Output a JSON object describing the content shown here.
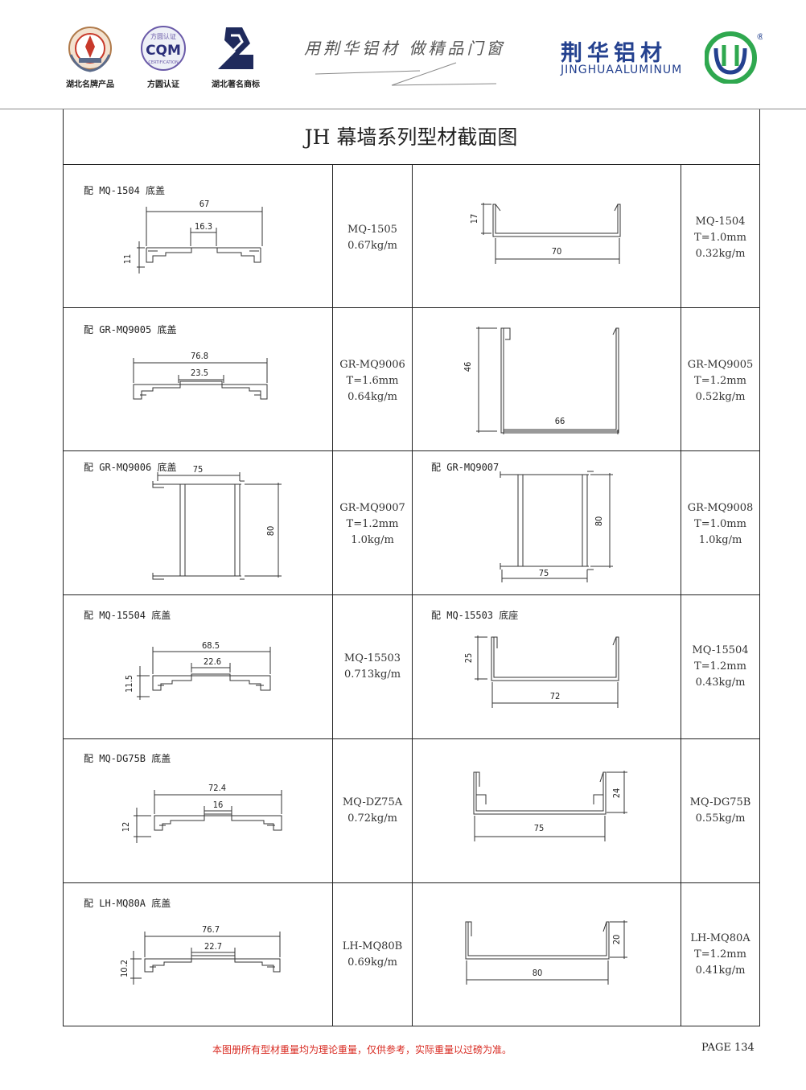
{
  "header": {
    "badges": [
      {
        "caption": "湖北名牌产品"
      },
      {
        "caption": "方圆认证",
        "logo_text": "CQM",
        "logo_sub": "CERTIFICATION",
        "logo_top": "方圆认证"
      },
      {
        "caption": "湖北著名商标"
      }
    ],
    "slogan": "用荆华铝材  做精品门窗",
    "brand_cn": "荆华铝材",
    "brand_en": "JINGHUAALUMINUM",
    "registered_mark": "®",
    "colors": {
      "brand_blue": "#24418f",
      "brand_green": "#2fa84f",
      "footer_red": "#d8281f"
    }
  },
  "title": "JH 幕墙系列型材截面图",
  "rows": [
    {
      "left_label": "配 MQ-1504 底盖",
      "left_dims": {
        "w": "67",
        "inner": "16.3",
        "h": "11"
      },
      "left_spec": [
        "MQ-1505",
        "0.67kg/m"
      ],
      "right_label": "",
      "right_dims": {
        "w": "70",
        "h": "17"
      },
      "right_spec": [
        "MQ-1504",
        "T=1.0mm",
        "0.32kg/m"
      ]
    },
    {
      "left_label": "配 GR-MQ9005 底盖",
      "left_dims": {
        "w": "76.8",
        "inner": "23.5"
      },
      "left_spec": [
        "GR-MQ9006",
        "T=1.6mm",
        "0.64kg/m"
      ],
      "right_label": "",
      "right_dims": {
        "w": "66",
        "h": "46"
      },
      "right_spec": [
        "GR-MQ9005",
        "T=1.2mm",
        "0.52kg/m"
      ]
    },
    {
      "left_label": "配 GR-MQ9006 底盖",
      "left_dims": {
        "w": "75",
        "h": "80"
      },
      "left_spec": [
        "GR-MQ9007",
        "T=1.2mm",
        "1.0kg/m"
      ],
      "right_label": "配 GR-MQ9007",
      "right_dims": {
        "w": "75",
        "h": "80"
      },
      "right_spec": [
        "GR-MQ9008",
        "T=1.0mm",
        "1.0kg/m"
      ]
    },
    {
      "left_label": "配 MQ-15504 底盖",
      "left_dims": {
        "w": "68.5",
        "inner": "22.6",
        "h": "11.5"
      },
      "left_spec": [
        "MQ-15503",
        "0.713kg/m"
      ],
      "right_label": "配 MQ-15503 底座",
      "right_dims": {
        "w": "72",
        "h": "25"
      },
      "right_spec": [
        "MQ-15504",
        "T=1.2mm",
        "0.43kg/m"
      ]
    },
    {
      "left_label": "配 MQ-DG75B 底盖",
      "left_dims": {
        "w": "72.4",
        "inner": "16",
        "h": "12"
      },
      "left_spec": [
        "MQ-DZ75A",
        "0.72kg/m"
      ],
      "right_label": "",
      "right_dims": {
        "w": "75",
        "h": "24"
      },
      "right_spec": [
        "MQ-DG75B",
        "0.55kg/m"
      ]
    },
    {
      "left_label": "配 LH-MQ80A 底盖",
      "left_dims": {
        "w": "76.7",
        "inner": "22.7",
        "h": "10.2"
      },
      "left_spec": [
        "LH-MQ80B",
        "0.69kg/m"
      ],
      "right_label": "",
      "right_dims": {
        "w": "80",
        "h": "20"
      },
      "right_spec": [
        "LH-MQ80A",
        "T=1.2mm",
        "0.41kg/m"
      ]
    }
  ],
  "footer": {
    "note": "本图册所有型材重量均为理论重量，仅供参考，实际重量以过磅为准。",
    "page": "PAGE 134"
  }
}
